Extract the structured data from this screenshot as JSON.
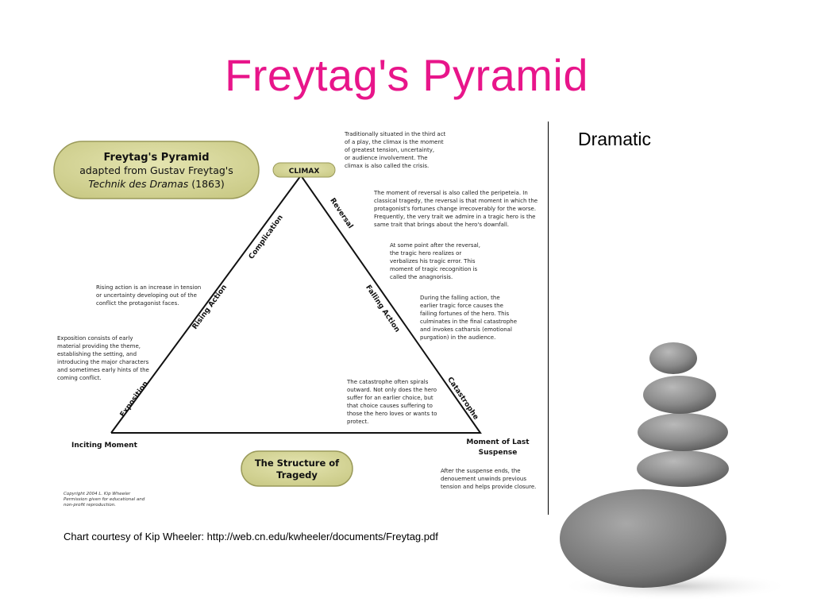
{
  "slide": {
    "title": "Freytag's Pyramid",
    "side_label": "Dramatic",
    "credit": "Chart courtesy of Kip Wheeler: http://web.cn.edu/kwheeler/documents/Freytag.pdf"
  },
  "diagram": {
    "header_box": {
      "line1": "Freytag's Pyramid",
      "line2": "adapted from Gustav Freytag's",
      "line3_italic": "Technik des Dramas",
      "line3_rest": " (1863)"
    },
    "climax_label": "CLIMAX",
    "edge_labels": {
      "complication": "Complication",
      "rising_action": "Rising Action",
      "exposition": "Exposition",
      "reversal": "Reversal",
      "falling_action": "Falling Action",
      "catastrophe": "Catastrophe"
    },
    "corner_labels": {
      "inciting_moment": "Inciting Moment",
      "moment_last_1": "Moment of Last",
      "moment_last_2": "Suspense"
    },
    "structure_box": {
      "line1": "The Structure of",
      "line2": "Tragedy"
    },
    "notes": {
      "climax": [
        "Traditionally situated in the third act",
        "of a play, the climax is the moment",
        "of greatest tension, uncertainty,",
        "or audience involvement. The",
        "climax is also called the crisis."
      ],
      "reversal": [
        "The moment of reversal is also called the peripeteia. In",
        "classical tragedy, the reversal is that moment in which the",
        "protagonist's fortunes change irrecoverably for the worse.",
        "Frequently, the very trait we admire in a tragic hero is the",
        "same trait that brings about the hero's downfall."
      ],
      "anagnorisis": [
        "At some point after the reversal,",
        "the tragic hero realizes or",
        "verbalizes his tragic error. This",
        "moment of tragic recognition is",
        "called the anagnorisis."
      ],
      "falling": [
        "During the falling action, the",
        "earlier tragic force causes the",
        "failing fortunes of the hero. This",
        "culminates in the final catastrophe",
        "and invokes catharsis (emotional",
        "purgation) in the audience."
      ],
      "rising": [
        "Rising action is an increase in tension",
        "or uncertainty developing out of the",
        "conflict the protagonist faces."
      ],
      "exposition": [
        "Exposition consists of early",
        "material providing the theme,",
        "establishing the setting, and",
        "introducing the major characters",
        "and sometimes early hints of the",
        "coming conflict."
      ],
      "catastrophe": [
        "The catastrophe often spirals",
        "outward. Not only does the hero",
        "suffer for an earlier choice, but",
        "that choice causes suffering to",
        "those the hero loves or wants to",
        "protect."
      ],
      "denouement": [
        "After the suspense ends, the",
        "denouement unwinds previous",
        "tension and helps provide closure."
      ],
      "copyright": [
        "Copyright 2004 L. Kip Wheeler",
        "Permission given for educational and",
        "non-profit reproduction."
      ]
    },
    "colors": {
      "box_fill": "#d8d898",
      "title_color": "#e8158a"
    }
  },
  "image": {
    "name": "stacked-stones"
  }
}
